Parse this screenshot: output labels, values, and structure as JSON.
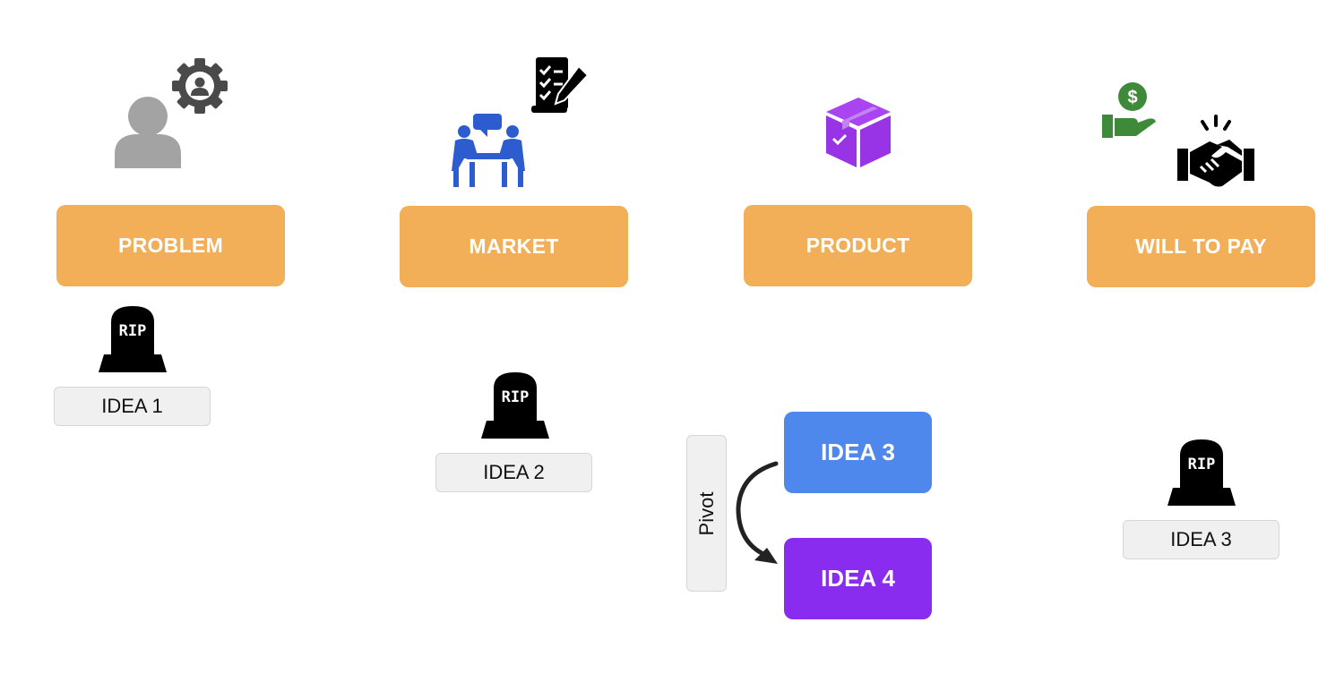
{
  "stages": {
    "problem": "PROBLEM",
    "market": "MARKET",
    "product": "PRODUCT",
    "will_to_pay": "WILL TO PAY"
  },
  "tombstone_text": "RIP",
  "ideas": {
    "idea_1": "IDEA 1",
    "idea_2": "IDEA 2",
    "idea_3": "IDEA 3",
    "idea_4": "IDEA 4",
    "idea_3_will_to_pay": "IDEA 3"
  },
  "pivot_label": "Pivot",
  "colors": {
    "stage": "#F2AF57",
    "idea_3": "#4F88EC",
    "idea_4": "#8A2BF0",
    "person_icon": "#A3A3A3",
    "gear_icon": "#4A4A4A",
    "meeting_icon": "#2D5BD0",
    "box_icon": "#9933E6",
    "money_hand_icon": "#3F8A3A",
    "handshake_icon": "#000000",
    "tombstone": "#000000"
  },
  "icons": [
    "person-icon",
    "gear-icon",
    "checklist-icon",
    "meeting-icon",
    "box-icon",
    "money-hand-icon",
    "handshake-icon",
    "tombstone-icon"
  ]
}
